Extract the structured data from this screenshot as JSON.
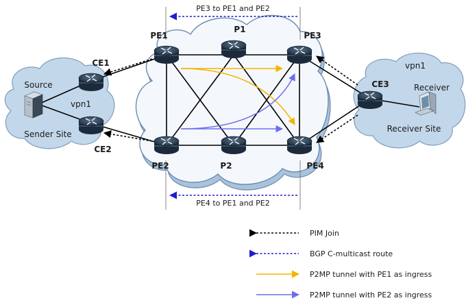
{
  "routers": {
    "pe1": "PE1",
    "p1": "P1",
    "pe3": "PE3",
    "pe2": "PE2",
    "p2": "P2",
    "pe4": "PE4",
    "ce1": "CE1",
    "ce2": "CE2",
    "ce3": "CE3"
  },
  "sites": {
    "sender": {
      "host": "Source",
      "vpn": "vpn1",
      "site": "Sender Site"
    },
    "receiver": {
      "host": "Receiver",
      "vpn": "vpn1",
      "site": "Receiver Site"
    }
  },
  "annotations": {
    "top_route": "PE3 to PE1 and PE2",
    "bottom_route": "PE4 to PE1 and PE2"
  },
  "legend": [
    {
      "label": "PIM Join",
      "style": "black-dotted",
      "color": "#000000"
    },
    {
      "label": "BGP C-multicast route",
      "style": "blue-dotted",
      "color": "#1c1cd0"
    },
    {
      "label": "P2MP tunnel with PE1 as ingress",
      "style": "solid",
      "color": "#f5b400"
    },
    {
      "label": "P2MP tunnel with PE2 as ingress",
      "style": "solid",
      "color": "#6d6df0"
    }
  ]
}
